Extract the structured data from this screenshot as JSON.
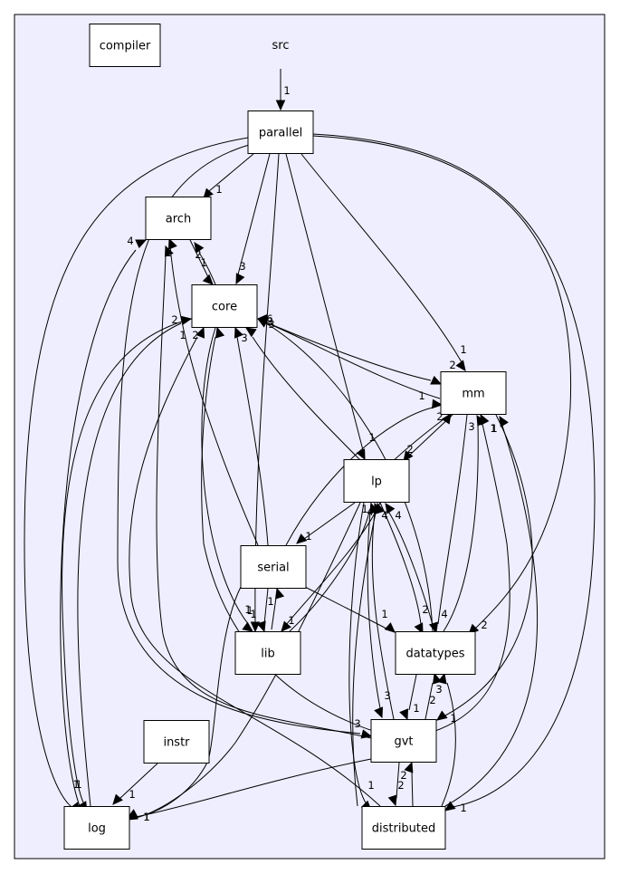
{
  "graph": {
    "cluster_label": "src",
    "colors": {
      "cluster_fill": "#eeeeff",
      "cluster_border": "#000000",
      "node_fill": "#ffffff",
      "node_border": "#000000",
      "highlight_border": "#ff0000",
      "edge": "#000000"
    },
    "nodes": [
      {
        "id": "compiler",
        "label": "compiler",
        "highlight": false
      },
      {
        "id": "parallel",
        "label": "parallel",
        "highlight": false
      },
      {
        "id": "arch",
        "label": "arch",
        "highlight": false
      },
      {
        "id": "core",
        "label": "core",
        "highlight": false
      },
      {
        "id": "mm",
        "label": "mm",
        "highlight": true
      },
      {
        "id": "lp",
        "label": "lp",
        "highlight": false
      },
      {
        "id": "serial",
        "label": "serial",
        "highlight": false
      },
      {
        "id": "lib",
        "label": "lib",
        "highlight": true
      },
      {
        "id": "datatypes",
        "label": "datatypes",
        "highlight": false
      },
      {
        "id": "instr",
        "label": "instr",
        "highlight": false
      },
      {
        "id": "gvt",
        "label": "gvt",
        "highlight": false
      },
      {
        "id": "log",
        "label": "log",
        "highlight": false
      },
      {
        "id": "distributed",
        "label": "distributed",
        "highlight": false
      }
    ],
    "edges": [
      {
        "from": "src",
        "to": "parallel",
        "label": "1"
      },
      {
        "from": "parallel",
        "to": "arch",
        "label": "1"
      },
      {
        "from": "parallel",
        "to": "core",
        "label": "3"
      },
      {
        "from": "parallel",
        "to": "mm",
        "label": "1"
      },
      {
        "from": "parallel",
        "to": "lp",
        "label": "1"
      },
      {
        "from": "parallel",
        "to": "lib",
        "label": "1"
      },
      {
        "from": "parallel",
        "to": "datatypes",
        "label": "2"
      },
      {
        "from": "parallel",
        "to": "gvt",
        "label": "3"
      },
      {
        "from": "parallel",
        "to": "log",
        "label": "1"
      },
      {
        "from": "parallel",
        "to": "distributed",
        "label": "1"
      },
      {
        "from": "arch",
        "to": "core",
        "label": "1"
      },
      {
        "from": "core",
        "to": "arch",
        "label": "2"
      },
      {
        "from": "core",
        "to": "mm",
        "label": "2"
      },
      {
        "from": "core",
        "to": "lib",
        "label": "1"
      },
      {
        "from": "core",
        "to": "log",
        "label": "1"
      },
      {
        "from": "mm",
        "to": "core",
        "label": "3"
      },
      {
        "from": "mm",
        "to": "lp",
        "label": "2"
      },
      {
        "from": "mm",
        "to": "datatypes",
        "label": "4"
      },
      {
        "from": "mm",
        "to": "gvt",
        "label": "1"
      },
      {
        "from": "lp",
        "to": "core",
        "label": "3"
      },
      {
        "from": "lp",
        "to": "mm",
        "label": "2"
      },
      {
        "from": "lp",
        "to": "serial",
        "label": "1"
      },
      {
        "from": "lp",
        "to": "lib",
        "label": "1"
      },
      {
        "from": "lp",
        "to": "datatypes",
        "label": "2"
      },
      {
        "from": "lp",
        "to": "gvt",
        "label": "3"
      },
      {
        "from": "lp",
        "to": "distributed",
        "label": "1"
      },
      {
        "from": "lp",
        "to": "log",
        "label": "1"
      },
      {
        "from": "serial",
        "to": "arch",
        "label": "1"
      },
      {
        "from": "serial",
        "to": "core",
        "label": "3"
      },
      {
        "from": "serial",
        "to": "mm",
        "label": "1"
      },
      {
        "from": "serial",
        "to": "lp",
        "label": "1"
      },
      {
        "from": "serial",
        "to": "lib",
        "label": "1"
      },
      {
        "from": "serial",
        "to": "datatypes",
        "label": "1"
      },
      {
        "from": "serial",
        "to": "log",
        "label": "1"
      },
      {
        "from": "lib",
        "to": "serial",
        "label": "1"
      },
      {
        "from": "lib",
        "to": "lp",
        "label": "1"
      },
      {
        "from": "datatypes",
        "to": "core",
        "label": "6"
      },
      {
        "from": "datatypes",
        "to": "mm",
        "label": "3"
      },
      {
        "from": "datatypes",
        "to": "lp",
        "label": "4"
      },
      {
        "from": "datatypes",
        "to": "gvt",
        "label": "1"
      },
      {
        "from": "gvt",
        "to": "arch",
        "label": "1"
      },
      {
        "from": "gvt",
        "to": "core",
        "label": "2"
      },
      {
        "from": "gvt",
        "to": "mm",
        "label": "1"
      },
      {
        "from": "gvt",
        "to": "lp",
        "label": "4"
      },
      {
        "from": "gvt",
        "to": "datatypes",
        "label": "3"
      },
      {
        "from": "gvt",
        "to": "distributed",
        "label": "2"
      },
      {
        "from": "gvt",
        "to": "log",
        "label": "1"
      },
      {
        "from": "instr",
        "to": "log",
        "label": "1"
      },
      {
        "from": "log",
        "to": "arch",
        "label": "4"
      },
      {
        "from": "log",
        "to": "core",
        "label": "2"
      },
      {
        "from": "distributed",
        "to": "core",
        "label": "1"
      },
      {
        "from": "distributed",
        "to": "mm",
        "label": "1"
      },
      {
        "from": "distributed",
        "to": "lp",
        "label": "4"
      },
      {
        "from": "distributed",
        "to": "datatypes",
        "label": "2"
      },
      {
        "from": "distributed",
        "to": "gvt",
        "label": "2"
      }
    ]
  }
}
